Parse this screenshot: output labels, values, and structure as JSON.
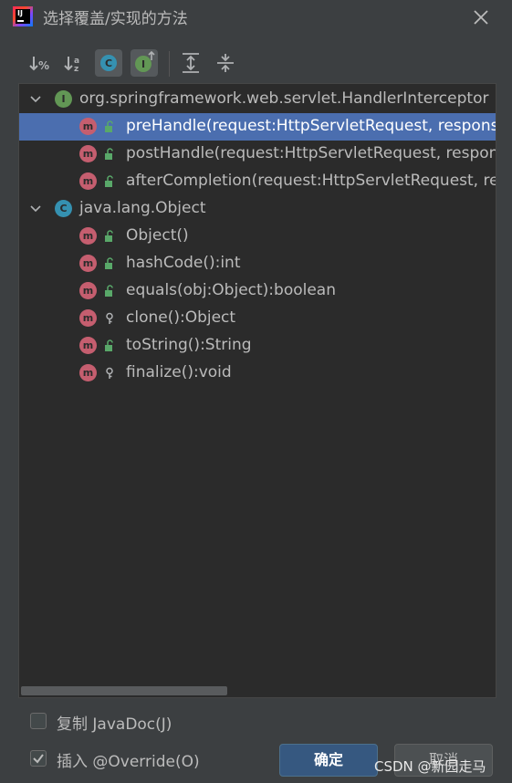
{
  "window": {
    "title": "选择覆盖/实现的方法",
    "app_icon_text": "IJ"
  },
  "toolbar": {
    "buttons": [
      {
        "name": "sort-by-visibility",
        "icon": "sort-visibility-icon",
        "active": false
      },
      {
        "name": "sort-alphabetically",
        "icon": "sort-alpha-icon",
        "active": false
      },
      {
        "name": "group-by-class",
        "icon": "class-c-icon",
        "active": true
      },
      {
        "name": "show-interfaces",
        "icon": "interface-i-icon",
        "active": true
      },
      {
        "name": "expand-all",
        "icon": "expand-all-icon",
        "active": false
      },
      {
        "name": "collapse-all",
        "icon": "collapse-all-icon",
        "active": false
      }
    ]
  },
  "tree": {
    "groups": [
      {
        "badge": "I",
        "label": "org.springframework.web.servlet.HandlerInterceptor",
        "methods": [
          {
            "label": "preHandle(request:HttpServletRequest, response:HttpServletResponse",
            "visibility": "public",
            "selected": true
          },
          {
            "label": "postHandle(request:HttpServletRequest, response:HttpServletRespo",
            "visibility": "public",
            "selected": false
          },
          {
            "label": "afterCompletion(request:HttpServletRequest, response:HttpServlet",
            "visibility": "public",
            "selected": false
          }
        ]
      },
      {
        "badge": "C",
        "label": "java.lang.Object",
        "methods": [
          {
            "label": "Object()",
            "visibility": "public",
            "selected": false
          },
          {
            "label": "hashCode():int",
            "visibility": "public",
            "selected": false
          },
          {
            "label": "equals(obj:Object):boolean",
            "visibility": "public",
            "selected": false
          },
          {
            "label": "clone():Object",
            "visibility": "protected",
            "selected": false
          },
          {
            "label": "toString():String",
            "visibility": "public",
            "selected": false
          },
          {
            "label": "finalize():void",
            "visibility": "protected",
            "selected": false
          }
        ]
      }
    ],
    "method_badge": "m"
  },
  "options": {
    "copy_javadoc": {
      "label": "复制 JavaDoc(J)",
      "checked": false
    },
    "insert_override": {
      "label": "插入 @Override(O)",
      "checked": true
    }
  },
  "buttons": {
    "ok": "确定",
    "cancel": "取消"
  },
  "watermark": "CSDN @新园走马",
  "colors": {
    "selection": "#4b6eaf",
    "interface_badge": "#629755",
    "class_badge": "#3591b1",
    "method_badge": "#c55e6f",
    "public_lock": "#59a869",
    "ok_button": "#365880"
  }
}
